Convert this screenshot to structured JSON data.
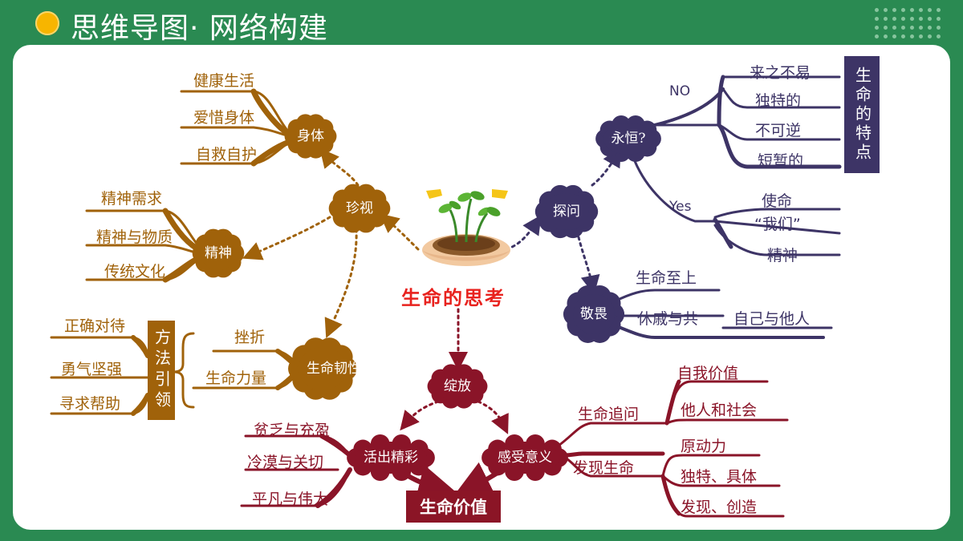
{
  "header": {
    "title": "思维导图· 网络构建"
  },
  "center": {
    "title": "生命的思考"
  },
  "left": {
    "zhenshi": "珍视",
    "shenti": {
      "label": "身体",
      "items": [
        "健康生活",
        "爱惜身体",
        "自救自护"
      ]
    },
    "jingshen": {
      "label": "精神",
      "items": [
        "精神需求",
        "精神与物质",
        "传统文化"
      ]
    },
    "renxing": {
      "label": "生命韧性",
      "items": [
        "挫折",
        "生命力量"
      ]
    },
    "method": {
      "label": "方法引领",
      "items": [
        "正确对待",
        "勇气坚强",
        "寻求帮助"
      ]
    }
  },
  "right": {
    "tanwen": "探问",
    "yongheng": "永恒?",
    "no": "NO",
    "yes": "Yes",
    "no_items": [
      "来之不易",
      "独特的",
      "不可逆",
      "短暂的"
    ],
    "yes_items": [
      "使命",
      "“我们”",
      "精神"
    ],
    "traits": "生命的特点",
    "jingwei": {
      "label": "敬畏",
      "items": [
        "生命至上",
        "休戚与共",
        "自己与他人"
      ]
    }
  },
  "bottom": {
    "zhanfang": "绽放",
    "huochu": {
      "label": "活出精彩",
      "items": [
        "贫乏与充盈",
        "冷漠与关切",
        "平凡与伟大"
      ]
    },
    "ganshou": {
      "label": "感受意义"
    },
    "zhuiwen": {
      "label": "生命追问",
      "items": [
        "自我价值",
        "他人和社会"
      ]
    },
    "faxian": {
      "label": "发现生命",
      "items": [
        "原动力",
        "独特、具体",
        "发现、创造"
      ]
    },
    "value": "生命价值"
  },
  "colors": {
    "brown": "#a0620a",
    "navy": "#3d3466",
    "maroon": "#8a1428",
    "green": "#2a8a52",
    "accent": "#f7b500"
  }
}
